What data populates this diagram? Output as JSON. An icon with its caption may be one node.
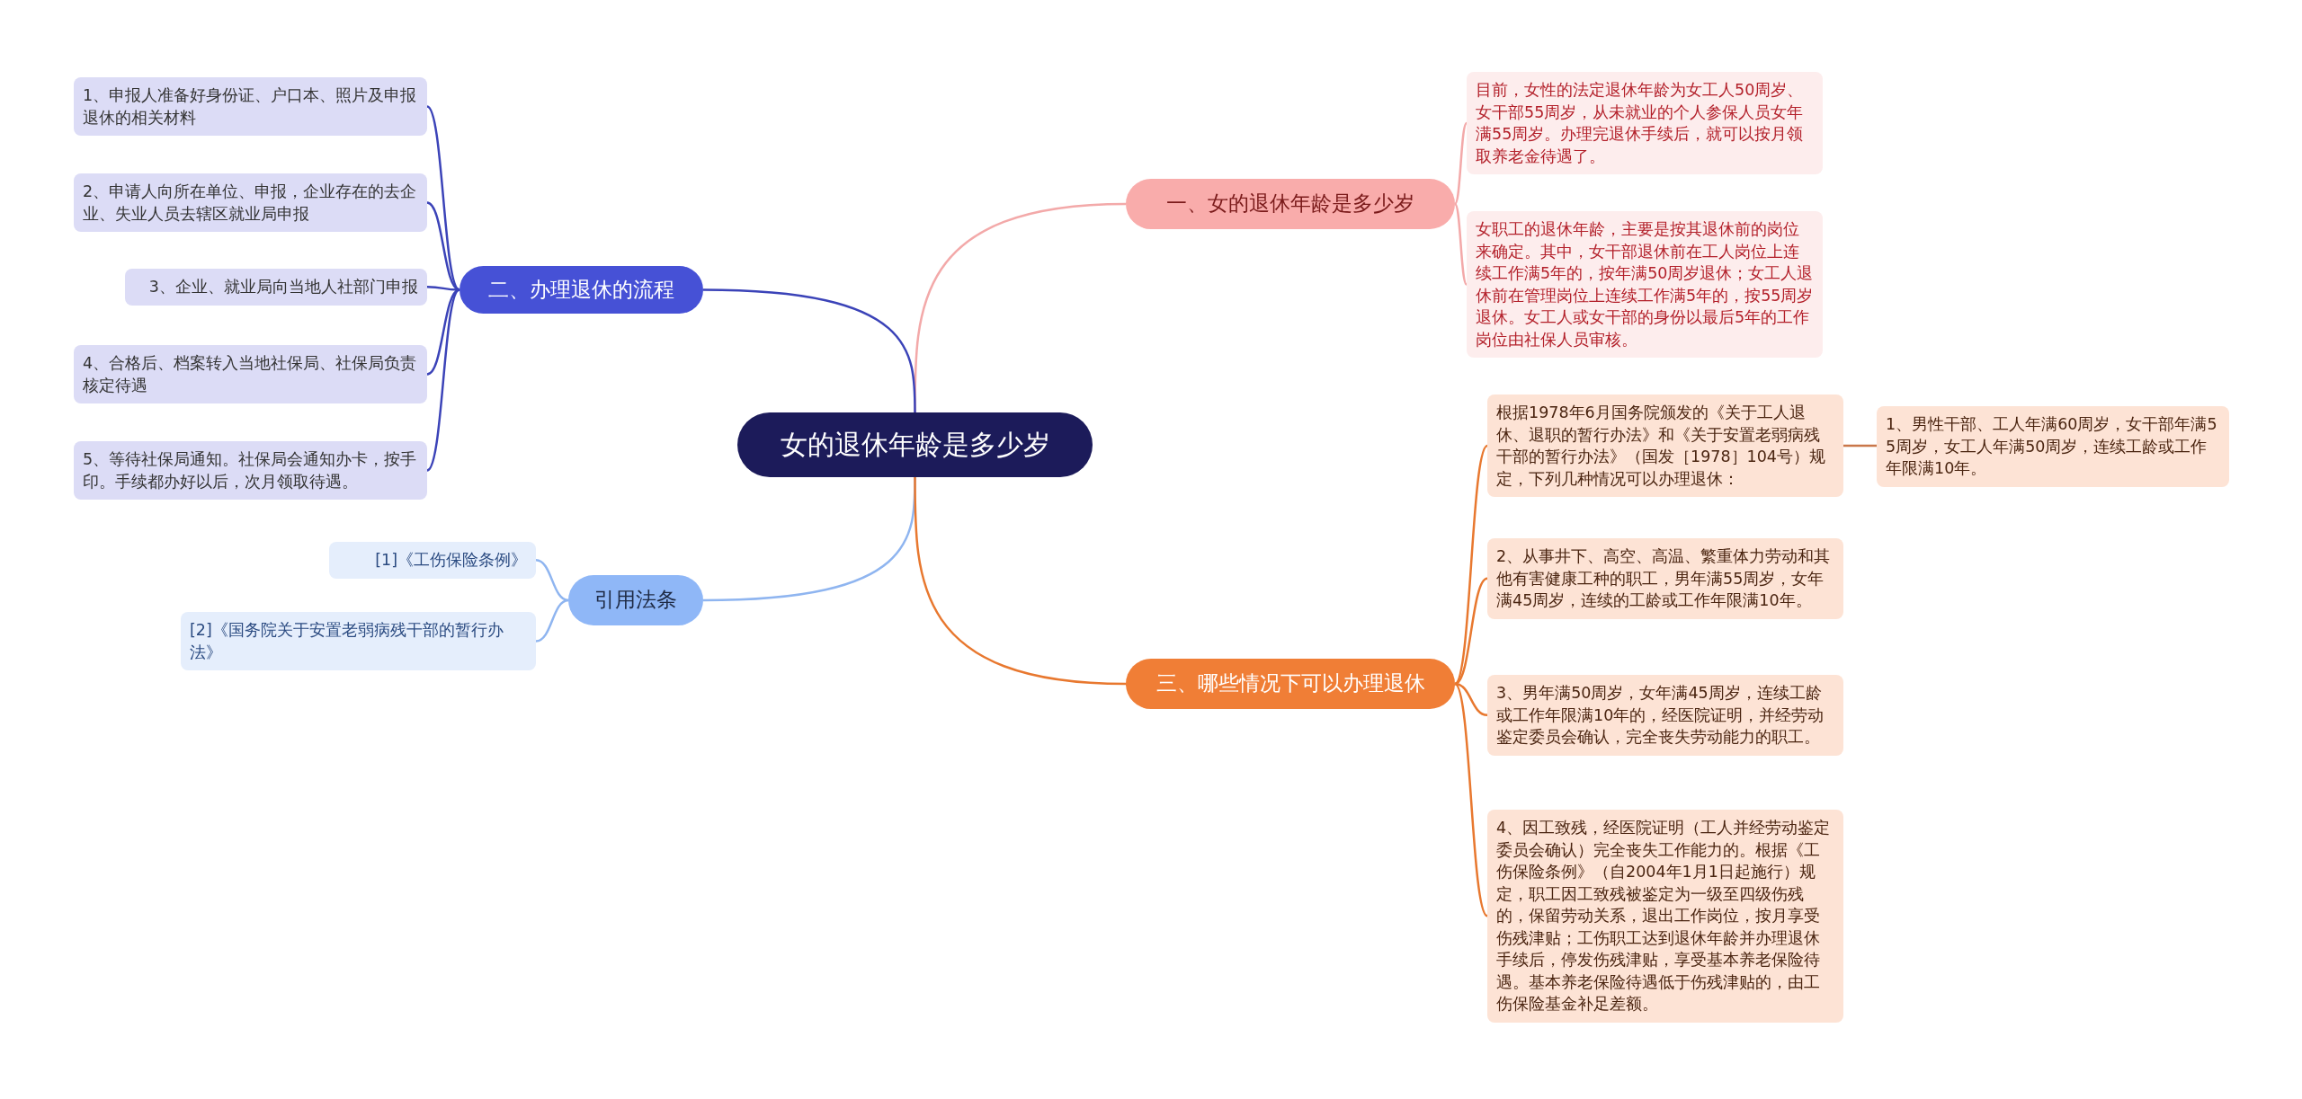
{
  "diagram": {
    "nodes": [
      {
        "text": [
          "女的退休年龄是多少岁"
        ]
      },
      {
        "text": [
          "一、女的退休年龄是多少岁"
        ]
      },
      {
        "text": [
          "目前，女性的法定退休年龄为女工人50周岁、女干部55周岁，从未就业的个人参保人员女年满55周岁。办理完退休手续后，就可以按月领取养老金待遇了。"
        ]
      },
      {
        "text": [
          "女职工的退休年龄，主要是按其退休前的岗位来确定。其中，女干部退休前在工人岗位上连续工作满5年的，按年满50周岁退休；女工人退休前在管理岗位上连续工作满5年的，按55周岁退休。女工人或女干部的身份以最后5年的工作岗位由社保人员审核。"
        ]
      },
      {
        "text": [
          "二、办理退休的流程"
        ]
      },
      {
        "text": [
          "1、申报人准备好身份证、户口本、照片及申报退休的相关材料"
        ]
      },
      {
        "text": [
          "2、申请人向所在单位、申报，企业存在的去企业、失业人员去辖区就业局申报"
        ]
      },
      {
        "text": [
          "3、企业、就业局向当地人社部门申报"
        ]
      },
      {
        "text": [
          "4、合格后、档案转入当地社保局、社保局负责核定待遇"
        ]
      },
      {
        "text": [
          "5、等待社保局通知。社保局会通知办卡，按手印。手续都办好以后，次月领取待遇。"
        ]
      },
      {
        "text": [
          "引用法条"
        ]
      },
      {
        "text": [
          "[1]《工伤保险条例》"
        ]
      },
      {
        "text": [
          "[2]《国务院关于安置老弱病残干部的暂行办法》"
        ]
      },
      {
        "text": [
          "三、哪些情况下可以办理退休"
        ]
      },
      {
        "text": [
          "根据1978年6月国务院颁发的《关于工人退休、退职的暂行办法》和《关于安置老弱病残干部的暂行办法》（国发［1978］104号）规定，下列几种情况可以办理退休："
        ]
      },
      {
        "text": [
          "1、男性干部、工人年满60周岁，女干部年满55周岁，女工人年满50周岁，连续工龄或工作年限满10年。"
        ]
      },
      {
        "text": [
          "2、从事井下、高空、高温、繁重体力劳动和其他有害健康工种的职工，男年满55周岁，女年满45周岁，连续的工龄或工作年限满10年。"
        ]
      },
      {
        "text": [
          "3、男年满50周岁，女年满45周岁，连续工龄或工作年限满10年的，经医院证明，并经劳动鉴定委员会确认，完全丧失劳动能力的职工。"
        ]
      },
      {
        "text": [
          "4、因工致残，经医院证明（工人并经劳动鉴定委员会确认）完全丧失工作能力的。根据《工伤保险条例》（自2004年1月1日起施行）规定，职工因工致残被鉴定为一级至四级伤残的，保留劳动关系，退出工作岗位，按月享受伤残津贴；工伤职工达到退休年龄并办理退休手续后，停发伤残津贴，享受基本养老保险待遇。基本养老保险待遇低于伤残津贴的，由工伤保险基金补足差额。"
        ]
      }
    ],
    "edges": [
      {
        "from": 0,
        "to": 1,
        "arrow": "none",
        "color": "#f3a9a9"
      },
      {
        "from": 1,
        "to": 2,
        "arrow": "none",
        "color": "#f3a9a9"
      },
      {
        "from": 1,
        "to": 3,
        "arrow": "none",
        "color": "#f3a9a9"
      },
      {
        "from": 0,
        "to": 4,
        "arrow": "none",
        "color": "#3b43b8"
      },
      {
        "from": 4,
        "to": 5,
        "arrow": "none",
        "color": "#3b43b8"
      },
      {
        "from": 4,
        "to": 6,
        "arrow": "none",
        "color": "#3b43b8"
      },
      {
        "from": 4,
        "to": 7,
        "arrow": "none",
        "color": "#3b43b8"
      },
      {
        "from": 4,
        "to": 8,
        "arrow": "none",
        "color": "#3b43b8"
      },
      {
        "from": 4,
        "to": 9,
        "arrow": "none",
        "color": "#3b43b8"
      },
      {
        "from": 0,
        "to": 10,
        "arrow": "none",
        "color": "#8fb5f0"
      },
      {
        "from": 10,
        "to": 11,
        "arrow": "none",
        "color": "#8fb5f0"
      },
      {
        "from": 10,
        "to": 12,
        "arrow": "none",
        "color": "#8fb5f0"
      },
      {
        "from": 0,
        "to": 13,
        "arrow": "none",
        "color": "#e8782f"
      },
      {
        "from": 13,
        "to": 14,
        "arrow": "none",
        "color": "#e8782f"
      },
      {
        "from": 14,
        "to": 15,
        "arrow": "none",
        "color": "#c9774a"
      },
      {
        "from": 13,
        "to": 16,
        "arrow": "none",
        "color": "#e8782f"
      },
      {
        "from": 13,
        "to": 17,
        "arrow": "none",
        "color": "#e8782f"
      },
      {
        "from": 13,
        "to": 18,
        "arrow": "none",
        "color": "#e8782f"
      }
    ]
  }
}
